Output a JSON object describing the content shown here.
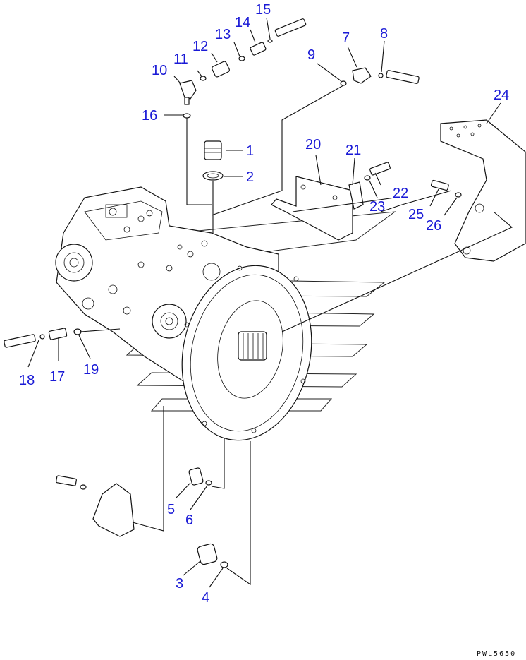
{
  "diagram": {
    "callouts": {
      "c1": "1",
      "c2": "2",
      "c3": "3",
      "c4": "4",
      "c5": "5",
      "c6": "6",
      "c7": "7",
      "c8": "8",
      "c9": "9",
      "c10": "10",
      "c11": "11",
      "c12": "12",
      "c13": "13",
      "c14": "14",
      "c15": "15",
      "c16": "16",
      "c17": "17",
      "c18": "18",
      "c19": "19",
      "c20": "20",
      "c21": "21",
      "c22": "22",
      "c23": "23",
      "c24": "24",
      "c25": "25",
      "c26": "26"
    },
    "code": "PWL5650",
    "callout_color": "#1a1ad6"
  }
}
